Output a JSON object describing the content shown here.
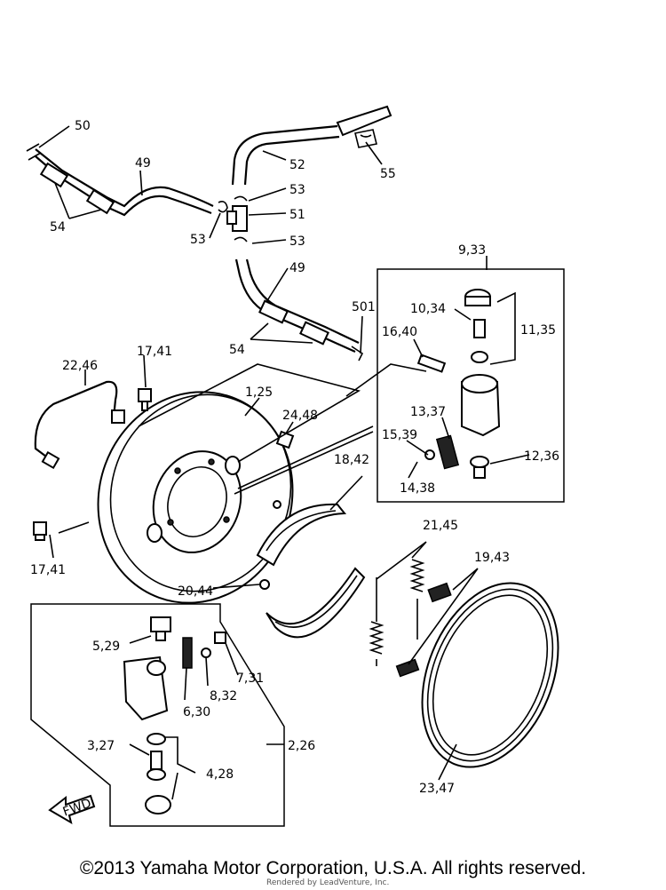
{
  "diagram": {
    "labels": {
      "p50a": "50",
      "p49a": "49",
      "p54a": "54",
      "p52": "52",
      "p55": "55",
      "p53a": "53",
      "p51": "51",
      "p53b": "53",
      "p53c": "53",
      "p49b": "49",
      "p933": "9,33",
      "p1034": "10,34",
      "p1135": "11,35",
      "p501": "501",
      "p1640": "16,40",
      "p54b": "54",
      "p2246": "22,46",
      "p1741a": "17,41",
      "p125": "1,25",
      "p2448": "24,48",
      "p1337": "13,37",
      "p1539": "15,39",
      "p1236": "12,36",
      "p1438": "14,38",
      "p1842": "18,42",
      "p1741b": "17,41",
      "p2145": "21,45",
      "p1943": "19,43",
      "p2044": "20,44",
      "p529": "5,29",
      "p731": "7,31",
      "p832": "8,32",
      "p630": "6,30",
      "p226": "2,26",
      "p327": "3,27",
      "p428": "4,28",
      "p2347": "23,47",
      "fwd": "FWD"
    }
  },
  "footer": {
    "copyright": "©2013 Yamaha Motor Corporation, U.S.A. All rights reserved.",
    "rendered_by": "Rendered by LeadVenture, Inc."
  }
}
